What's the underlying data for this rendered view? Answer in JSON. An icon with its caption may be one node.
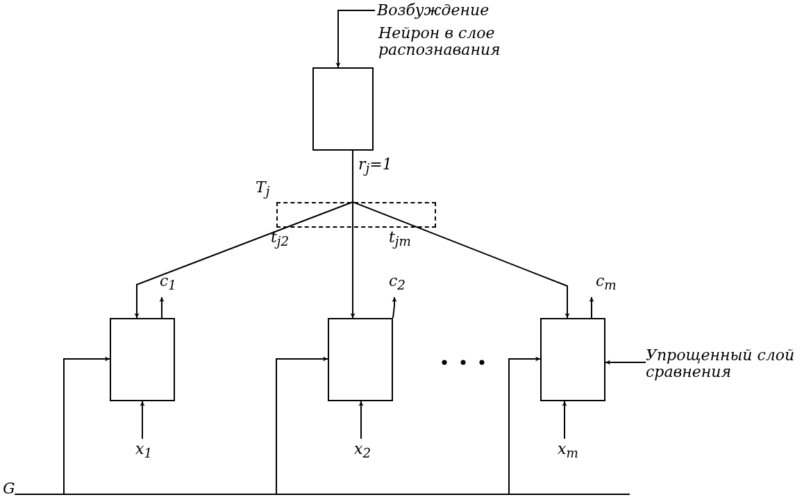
{
  "diagram": {
    "nodes": [
      {
        "text": [
          "Нейрон в слое распознавания"
        ]
      },
      {
        "text": [
          "T$_{j}$"
        ]
      },
      {
        "text": [],
        "shape": "box"
      },
      {
        "text": [],
        "shape": "box"
      },
      {
        "text": [],
        "shape": "box"
      },
      {
        "text": [
          "Упрощенный слой сравнения"
        ]
      },
      {
        "text": [
          "G"
        ]
      }
    ],
    "edges": [
      {
        "from": null,
        "to": 0,
        "arrow": "to",
        "label": "Возбуждение"
      },
      {
        "from": 0,
        "to": 1,
        "arrow": "none",
        "label": "r$_{j}$=1"
      },
      {
        "from": 1,
        "to": 2,
        "arrow": "to",
        "label": "t$_{j2}$"
      },
      {
        "from": 1,
        "to": 3,
        "arrow": "to"
      },
      {
        "from": 1,
        "to": 4,
        "arrow": "to",
        "label": "t$_{jm}$"
      },
      {
        "from": 2,
        "to": null,
        "arrow": "to",
        "label": "c$_{1}$"
      },
      {
        "from": 3,
        "to": null,
        "arrow": "to",
        "label": "c$_{2}$"
      },
      {
        "from": 4,
        "to": null,
        "arrow": "to",
        "label": "c$_{m}$"
      },
      {
        "from": null,
        "to": 2,
        "arrow": "to",
        "label": "x$_{1}$"
      },
      {
        "from": null,
        "to": 3,
        "arrow": "to",
        "label": "x$_{2}$"
      },
      {
        "from": null,
        "to": 4,
        "arrow": "to",
        "label": "x$_{m}$"
      },
      {
        "from": 5,
        "to": 4,
        "arrow": "to"
      },
      {
        "from": 6,
        "to": 2,
        "arrow": "to"
      },
      {
        "from": 6,
        "to": 3,
        "arrow": "to"
      },
      {
        "from": 6,
        "to": 4,
        "arrow": "to"
      }
    ]
  }
}
